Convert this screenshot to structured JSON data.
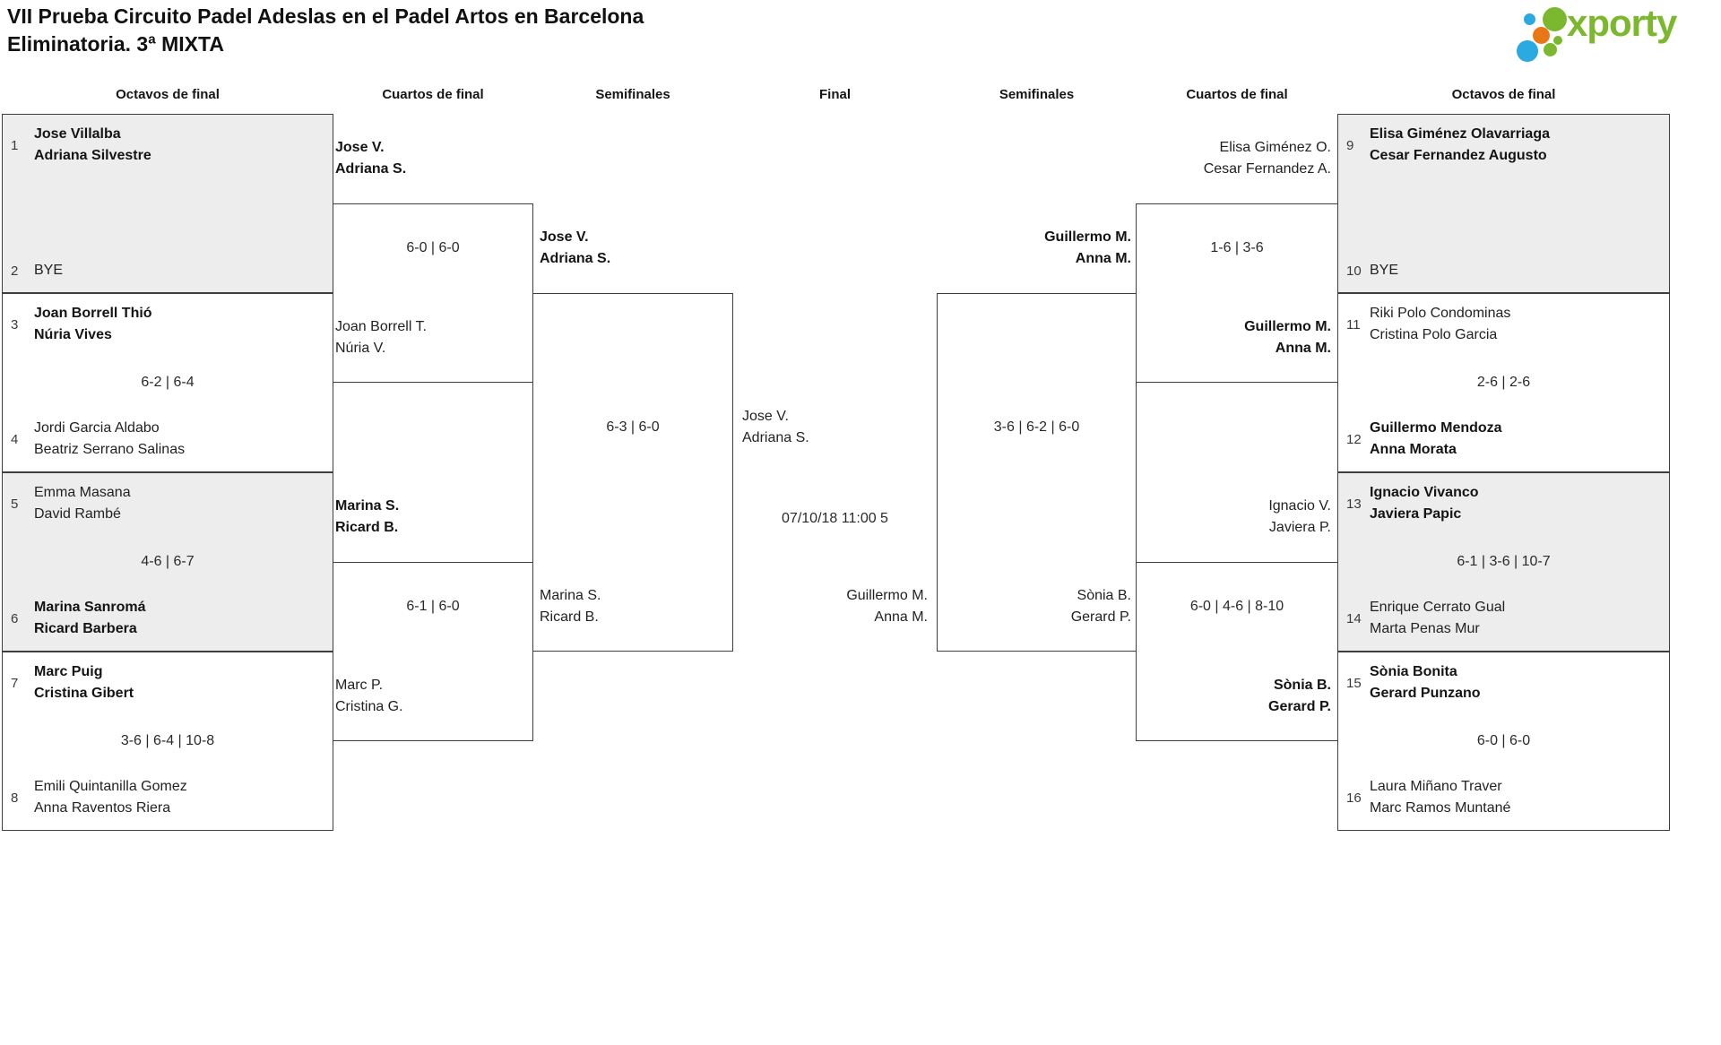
{
  "title": {
    "line1": "VII Prueba Circuito Padel Adeslas en el Padel Artos en Barcelona",
    "line2": "Eliminatoria. 3ª MIXTA"
  },
  "logo": {
    "text": "xporty",
    "green": "#7cb82f",
    "blue": "#2ba9e1",
    "orange": "#e87817"
  },
  "colors": {
    "box_fill": "#ededed",
    "line": "#3e3e3e",
    "text": "#1c1c1c"
  },
  "headers": {
    "octavos_left": "Octavos de final",
    "cuartos_left": "Cuartos de final",
    "semis_left": "Semifinales",
    "final": "Final",
    "semis_right": "Semifinales",
    "cuartos_right": "Cuartos de final",
    "octavos_right": "Octavos de final"
  },
  "octavos_left": [
    {
      "top": {
        "seed": "1",
        "line1": "Jose Villalba",
        "line2": "Adriana Silvestre"
      },
      "score": "",
      "bottom": {
        "seed": "2",
        "line1": "BYE",
        "line2": ""
      }
    },
    {
      "top": {
        "seed": "3",
        "line1": "Joan Borrell Thió",
        "line2": "Núria Vives"
      },
      "score": "6-2 | 6-4",
      "bottom": {
        "seed": "4",
        "line1": "Jordi Garcia Aldabo",
        "line2": "Beatriz Serrano Salinas"
      }
    },
    {
      "top": {
        "seed": "5",
        "line1": "Emma Masana",
        "line2": "David Rambé"
      },
      "score": "4-6 | 6-7",
      "bottom": {
        "seed": "6",
        "line1": "Marina Sanromá",
        "line2": "Ricard Barbera"
      }
    },
    {
      "top": {
        "seed": "7",
        "line1": "Marc Puig",
        "line2": "Cristina Gibert"
      },
      "score": "3-6 | 6-4 | 10-8",
      "bottom": {
        "seed": "8",
        "line1": "Emili Quintanilla Gomez",
        "line2": "Anna Raventos Riera"
      }
    }
  ],
  "octavos_right": [
    {
      "top": {
        "seed": "9",
        "line1": "Elisa Giménez Olavarriaga",
        "line2": "Cesar Fernandez Augusto"
      },
      "score": "",
      "bottom": {
        "seed": "10",
        "line1": "BYE",
        "line2": ""
      }
    },
    {
      "top": {
        "seed": "11",
        "line1": "Riki Polo Condominas",
        "line2": "Cristina Polo Garcia"
      },
      "score": "2-6 | 2-6",
      "bottom": {
        "seed": "12",
        "line1": "Guillermo Mendoza",
        "line2": "Anna Morata"
      }
    },
    {
      "top": {
        "seed": "13",
        "line1": "Ignacio Vivanco",
        "line2": "Javiera Papic"
      },
      "score": "6-1 | 3-6 | 10-7",
      "bottom": {
        "seed": "14",
        "line1": "Enrique Cerrato Gual",
        "line2": "Marta Penas Mur"
      }
    },
    {
      "top": {
        "seed": "15",
        "line1": "Sònia Bonita",
        "line2": "Gerard Punzano"
      },
      "score": "6-0 | 6-0",
      "bottom": {
        "seed": "16",
        "line1": "Laura Miñano Traver",
        "line2": "Marc Ramos Muntané"
      }
    }
  ],
  "qf_left": [
    {
      "top": {
        "line1": "Jose V.",
        "line2": "Adriana S."
      },
      "score": "6-0 | 6-0",
      "bottom": {
        "line1": "Joan Borrell T.",
        "line2": "Núria V."
      }
    },
    {
      "top": {
        "line1": "Marina S.",
        "line2": "Ricard B."
      },
      "score": "6-1 | 6-0",
      "bottom": {
        "line1": "Marc P.",
        "line2": "Cristina G."
      }
    }
  ],
  "qf_right": [
    {
      "top": {
        "line1": "Elisa Giménez O.",
        "line2": "Cesar Fernandez A."
      },
      "score": "1-6 | 3-6",
      "bottom": {
        "line1": "Guillermo M.",
        "line2": "Anna M."
      }
    },
    {
      "top": {
        "line1": "Ignacio V.",
        "line2": "Javiera P."
      },
      "score": "6-0 | 4-6 | 8-10",
      "bottom": {
        "line1": "Sònia B.",
        "line2": "Gerard P."
      }
    }
  ],
  "sf_left": {
    "top": {
      "line1": "Jose V.",
      "line2": "Adriana S."
    },
    "score": "6-3 | 6-0",
    "bottom": {
      "line1": "Marina S.",
      "line2": "Ricard B."
    }
  },
  "sf_right": {
    "top": {
      "line1": "Guillermo M.",
      "line2": "Anna M."
    },
    "score": "3-6 | 6-2 | 6-0",
    "bottom": {
      "line1": "Sònia B.",
      "line2": "Gerard P."
    }
  },
  "final": {
    "left": {
      "line1": "Jose V.",
      "line2": "Adriana S."
    },
    "datetime": "07/10/18 11:00 5",
    "right": {
      "line1": "Guillermo M.",
      "line2": "Anna M."
    }
  }
}
